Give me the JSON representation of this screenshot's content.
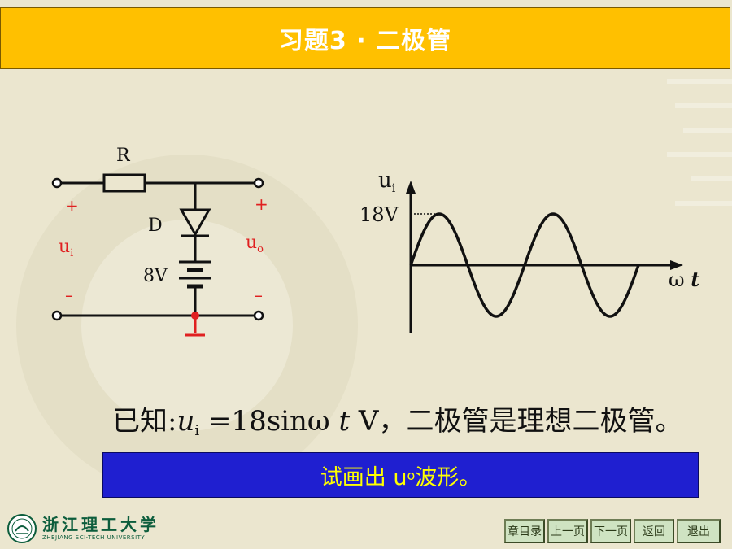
{
  "title": "习题3 · 二极管",
  "circuit": {
    "resistor_label": "R",
    "diode_label": "D",
    "battery_label": "8V",
    "plus_in": "+",
    "minus_in": "–",
    "plus_out": "+",
    "minus_out": "–",
    "ui_base": "u",
    "ui_sub": "i",
    "uo_base": "u",
    "uo_sub": "o"
  },
  "waveform": {
    "y_axis_base": "u",
    "y_axis_sub": "i",
    "peak_label": "18V",
    "x_axis_omega": "ω",
    "x_axis_t": "t",
    "amplitude": 18,
    "cycles": 2
  },
  "formula": {
    "prefix": "已知:",
    "var_base": "u",
    "var_sub": "i",
    "eq": " =18sinω ",
    "t": "t",
    "suffix": " V，二极管是理想二极管。"
  },
  "task": {
    "prefix": "试画出 u",
    "sub": "o",
    "suffix": " 波形。"
  },
  "logo": {
    "cn": "浙江理工大学",
    "en": "ZHEJIANG SCI-TECH UNIVERSITY"
  },
  "nav": {
    "contents": "章目录",
    "prev": "上一页",
    "next": "下一页",
    "back": "返回",
    "exit": "退出"
  },
  "colors": {
    "title_bg": "#ffc000",
    "task_bg": "#1f1fd0",
    "task_text": "#ffff00",
    "red_label": "#e02020"
  }
}
